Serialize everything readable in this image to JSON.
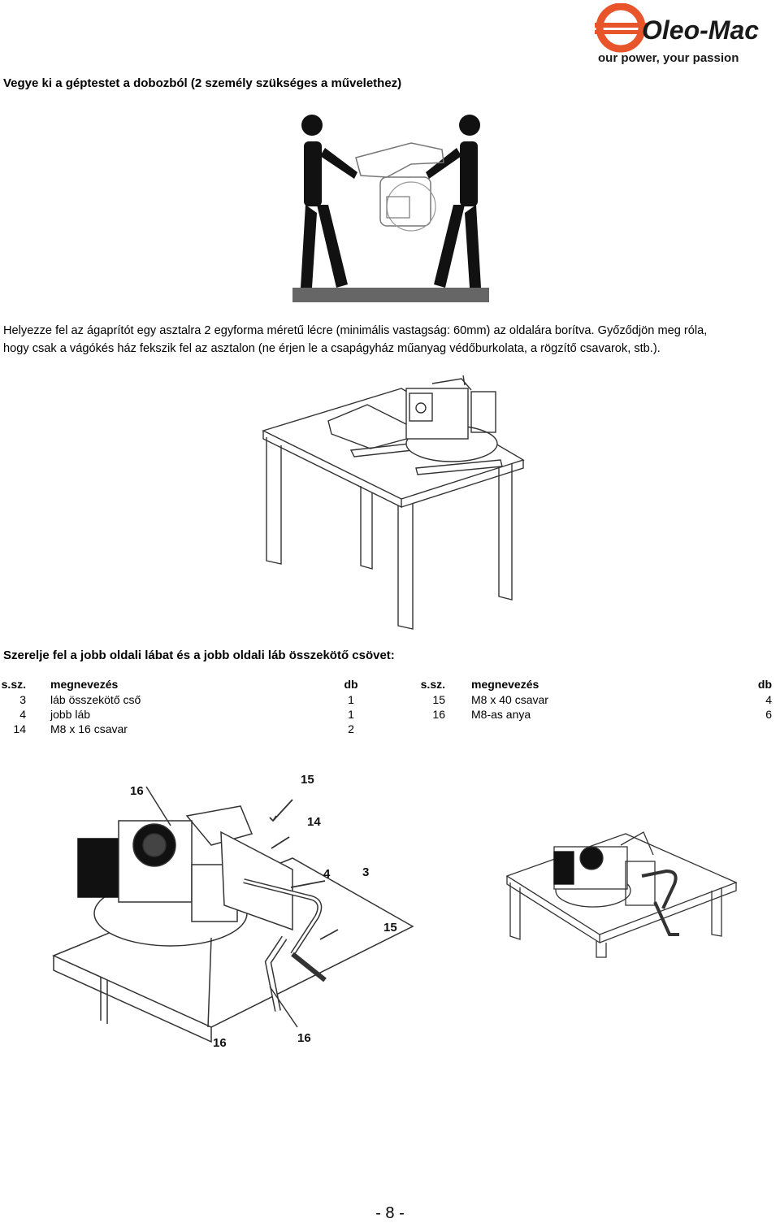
{
  "logo": {
    "brand": "Oleo-Mac",
    "tagline": "our power, your passion",
    "brand_color": "#e8552a"
  },
  "section1": {
    "heading": "Vegye ki a géptestet a dobozból (2 személy szükséges a művelethez)"
  },
  "section2": {
    "text_a": "Helyezze fel az ágaprítót egy asztalra 2 egyforma méretű lécre (minimális vastagság: 60mm) az oldalára borítva. Győződjön meg róla,",
    "text_b": "hogy csak a vágókés ház fekszik fel az asztalon (ne érjen le a csapágyház műanyag védőburkolata, a rögzítő csavarok, stb.)."
  },
  "section3": {
    "heading": "Szerelje fel a jobb oldali lábat és a jobb oldali láb összekötő csövet:"
  },
  "parts_table": {
    "headers": {
      "no": "s.sz.",
      "name": "megnevezés",
      "qty": "db"
    },
    "left": [
      {
        "no": "3",
        "name": "láb összekötő cső",
        "qty": "1"
      },
      {
        "no": "4",
        "name": "jobb láb",
        "qty": "1"
      },
      {
        "no": "14",
        "name": "M8 x 16 csavar",
        "qty": "2"
      }
    ],
    "right": [
      {
        "no": "15",
        "name": "M8 x 40 csavar",
        "qty": "4"
      },
      {
        "no": "16",
        "name": "M8-as anya",
        "qty": "6"
      }
    ]
  },
  "callouts": {
    "c16a": "16",
    "c15a": "15",
    "c14": "14",
    "c4": "4",
    "c3": "3",
    "c15b": "15",
    "c16b": "16",
    "c16c": "16"
  },
  "page_number": "- 8 -"
}
